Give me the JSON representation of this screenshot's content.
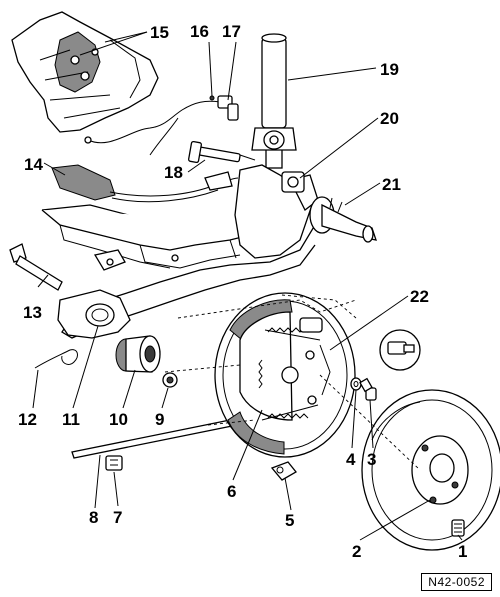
{
  "figure_ref": "N42-0052",
  "callouts": [
    {
      "id": "c1",
      "label": "1"
    },
    {
      "id": "c2",
      "label": "2"
    },
    {
      "id": "c3",
      "label": "3"
    },
    {
      "id": "c4",
      "label": "4"
    },
    {
      "id": "c5",
      "label": "5"
    },
    {
      "id": "c6",
      "label": "6"
    },
    {
      "id": "c7",
      "label": "7"
    },
    {
      "id": "c8",
      "label": "8"
    },
    {
      "id": "c9",
      "label": "9"
    },
    {
      "id": "c10",
      "label": "10"
    },
    {
      "id": "c11",
      "label": "11"
    },
    {
      "id": "c12",
      "label": "12"
    },
    {
      "id": "c13",
      "label": "13"
    },
    {
      "id": "c14",
      "label": "14"
    },
    {
      "id": "c15",
      "label": "15"
    },
    {
      "id": "c16",
      "label": "16"
    },
    {
      "id": "c17",
      "label": "17"
    },
    {
      "id": "c18",
      "label": "18"
    },
    {
      "id": "c19",
      "label": "19"
    },
    {
      "id": "c20",
      "label": "20"
    },
    {
      "id": "c21",
      "label": "21"
    },
    {
      "id": "c22",
      "label": "22"
    }
  ]
}
